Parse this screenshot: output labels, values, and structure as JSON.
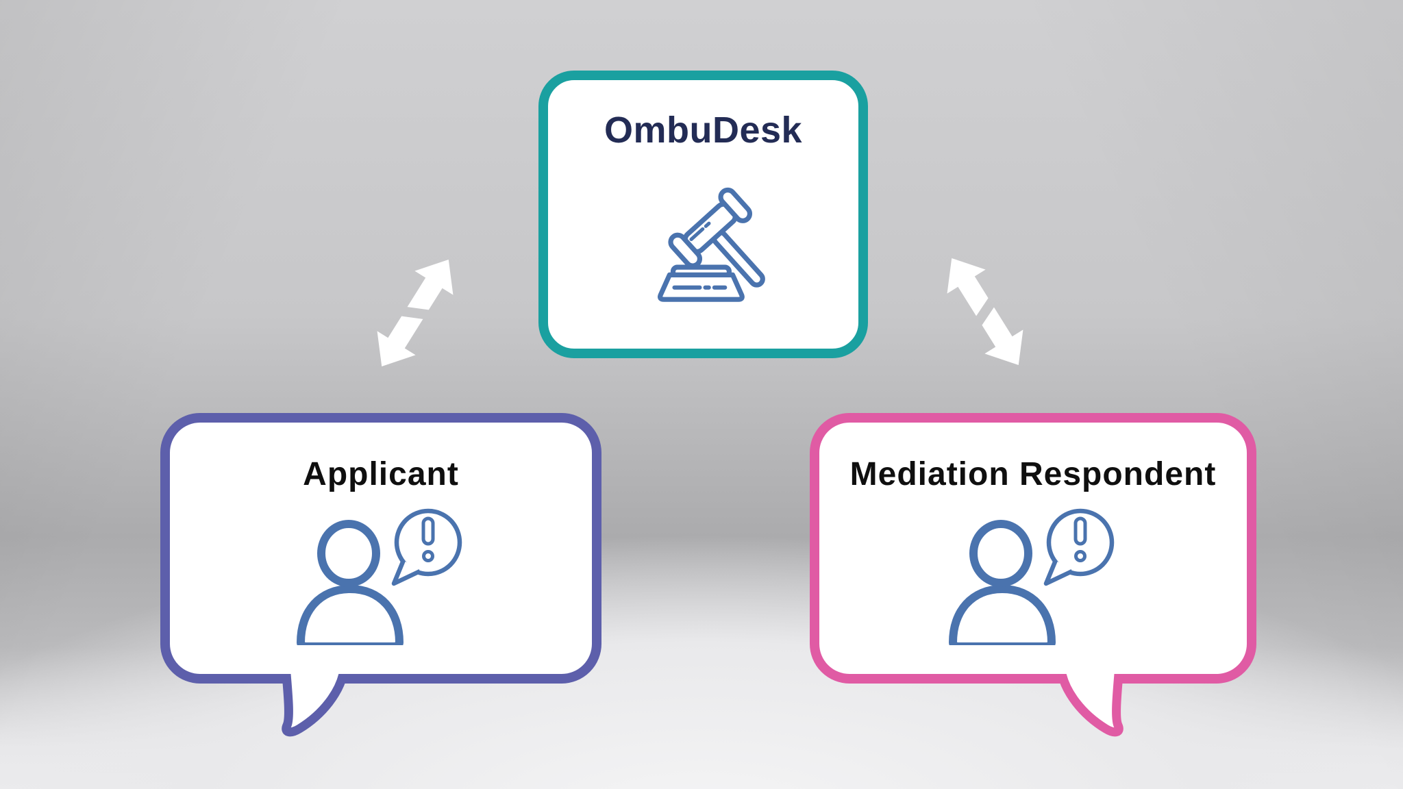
{
  "colors": {
    "teal": "#1aa0a0",
    "purple": "#5d5fab",
    "pink": "#e05ba4",
    "navy": "#232c55",
    "steel_blue": "#4a73ae",
    "arrow": "#ffffff",
    "title_black": "#0f0f0f"
  },
  "nodes": {
    "ombudesk": {
      "title": "OmbuDesk",
      "icon": "gavel-icon"
    },
    "applicant": {
      "title": "Applicant",
      "icon": "person-alert-icon"
    },
    "respondent": {
      "title": "Mediation Respondent",
      "icon": "person-alert-icon"
    }
  },
  "connectors": [
    {
      "name": "applicant-ombudesk",
      "type": "double-arrow"
    },
    {
      "name": "ombudesk-respondent",
      "type": "double-arrow"
    }
  ]
}
